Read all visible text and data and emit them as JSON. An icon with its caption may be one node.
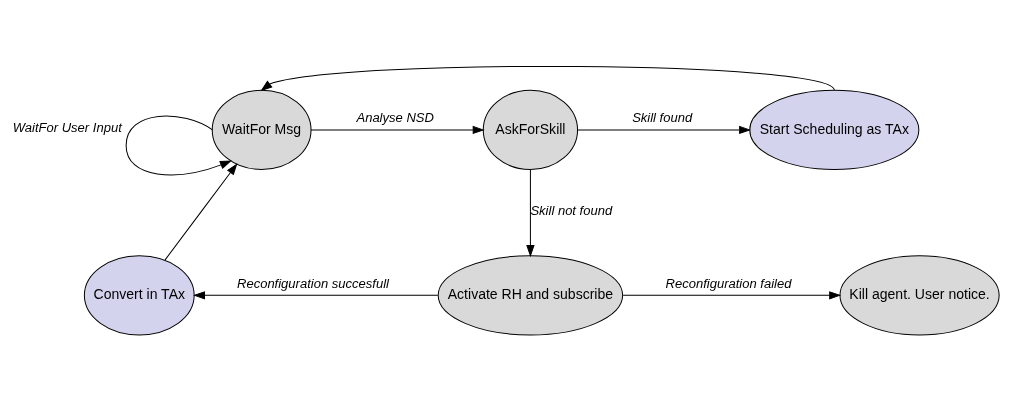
{
  "diagram": {
    "nodes": [
      {
        "text": [
          "WaitFor Msg"
        ]
      },
      {
        "text": [
          "AskForSkill"
        ]
      },
      {
        "text": [
          "Start Scheduling as TAx"
        ]
      },
      {
        "text": [
          "Convert in TAx"
        ]
      },
      {
        "text": [
          "Activate RH and subscribe"
        ]
      },
      {
        "text": [
          "Kill agent. User notice."
        ]
      }
    ],
    "edges": [
      {
        "from": 0,
        "to": 0,
        "arrow": "to",
        "label": "WaitFor User Input"
      },
      {
        "from": 0,
        "to": 1,
        "arrow": "to",
        "label": "Analyse NSD"
      },
      {
        "from": 1,
        "to": 2,
        "arrow": "to",
        "label": "Skill found"
      },
      {
        "from": 2,
        "to": 0,
        "arrow": "to"
      },
      {
        "from": 1,
        "to": 4,
        "arrow": "to",
        "label": "Skill not found"
      },
      {
        "from": 4,
        "to": 3,
        "arrow": "to",
        "label": "Reconfiguration succesfull"
      },
      {
        "from": 3,
        "to": 0,
        "arrow": "to"
      },
      {
        "from": 4,
        "to": 5,
        "arrow": "to",
        "label": "Reconfiguration failed"
      }
    ]
  }
}
